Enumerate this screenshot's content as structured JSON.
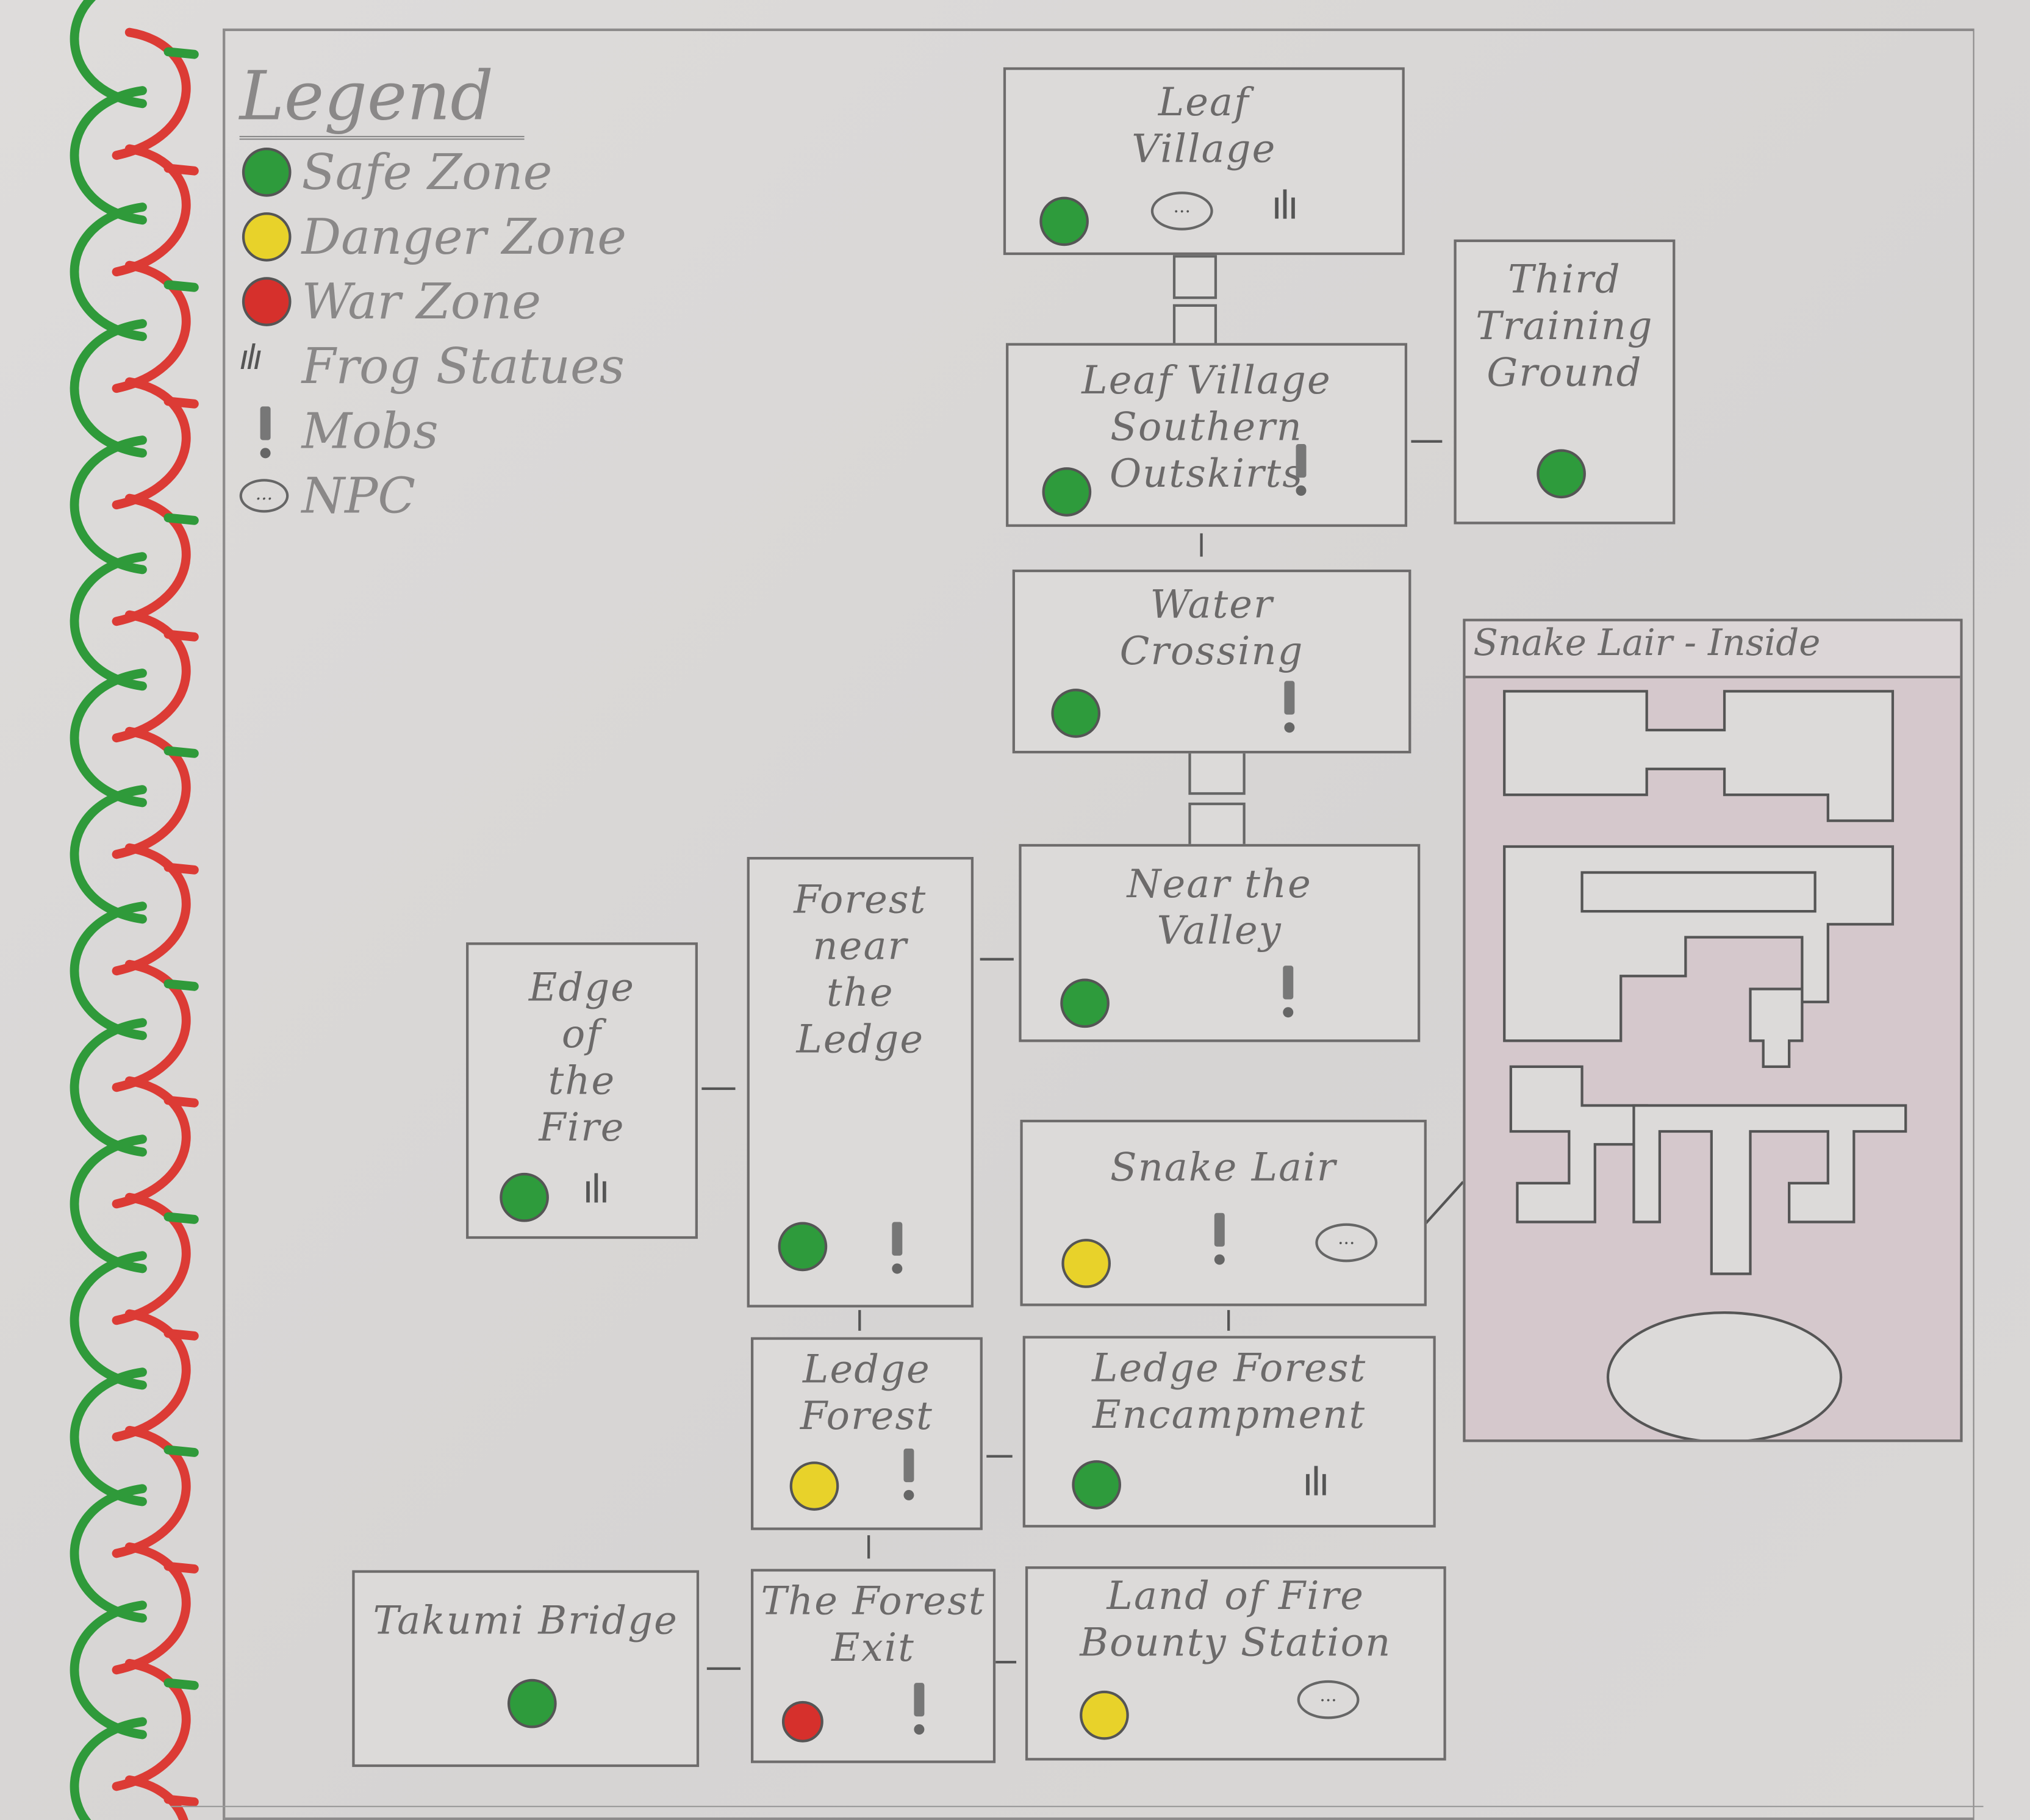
{
  "legend": {
    "title": "Legend",
    "items": [
      {
        "label": "Safe Zone",
        "color": "#2e9b3c"
      },
      {
        "label": "Danger Zone",
        "color": "#e8d22a"
      },
      {
        "label": "War Zone",
        "color": "#d6302c"
      },
      {
        "label": "Frog Statues",
        "icon": "frog-statue-icon"
      },
      {
        "label": "Mobs",
        "icon": "mob-icon"
      },
      {
        "label": "NPC",
        "icon": "npc-icon"
      }
    ]
  },
  "zones": {
    "leaf_village": "Leaf\nVillage",
    "outskirts": "Leaf Village\nSouthern Outskirts",
    "third_training": "Third\nTraining\nGround",
    "water_crossing": "Water\nCrossing",
    "near_valley": "Near the\nValley",
    "forest_ledge": "Forest\nnear\nthe\nLedge",
    "edge_fire": "Edge\nof\nthe\nFire",
    "snake_lair": "Snake Lair",
    "ledge_forest": "Ledge\nForest",
    "encampment": "Ledge Forest\nEncampment",
    "takumi": "Takumi Bridge",
    "forest_exit": "The Forest\nExit",
    "bounty": "Land of Fire\nBounty Station",
    "lair_inside": "Snake Lair - Inside"
  },
  "icons": {
    "npc": "...",
    "frog": "ılı"
  }
}
